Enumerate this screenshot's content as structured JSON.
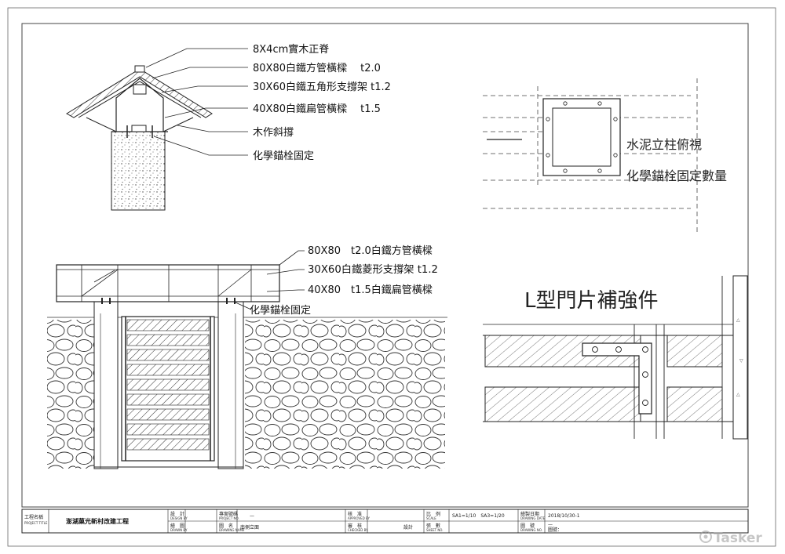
{
  "roof_section": {
    "labels": [
      "8X4cm實木正脊",
      "80X80白鐵方管橫樑　 t2.0",
      "30X60白鐵五角形支撐架 t1.2",
      "40X80白鐵扁管橫樑　  t1.5",
      "木作斜撐",
      "化學錨栓固定"
    ]
  },
  "pillar_top_view": {
    "labels": [
      "水泥立柱俯視",
      "化學錨栓固定數量"
    ]
  },
  "gate_elevation": {
    "labels": [
      "80X80　t2.0白鐵方管橫樑",
      "30X60白鐵菱形支撐架 t1.2",
      "40X80　t1.5白鐵扁管橫樑",
      "化學錨栓固定"
    ]
  },
  "l_bracket": {
    "title": "L型門片補強件"
  },
  "title_block": {
    "project_label": "工程名稱",
    "project_label_en": "PROJECT TITLE",
    "project_name": "澎湖菓光新村改建工程",
    "design_label": "設　計",
    "design_en": "DESIGN BY",
    "drawn_label": "繪　圖",
    "drawn_en": "DRAWN BY",
    "project_no_label": "專案號碼",
    "project_no_en": "PROJECT NO.",
    "project_no_value": "—",
    "drawing_label": "圖　名",
    "drawing_en": "DRAWING NAME",
    "drawing_name": "南側立面",
    "approved_label": "核　准",
    "approved_en": "APPROVED BY",
    "checked_label": "審　核",
    "checked_en": "CHECKED BY",
    "review_label": "設計",
    "scale_label": "比　例",
    "scale_en": "SCALE",
    "scale_value": "SA1=1/10　SA3=1/20",
    "sheet_label": "張　數",
    "sheet_en": "SHEET NO.",
    "date_label": "繪製日期",
    "date_en": "DRAWING DATE",
    "date_value": "2018/10/30-1",
    "drawing_no_label": "圖　號",
    "drawing_no_en": "DRAWING NO.",
    "drawing_no_value": "—",
    "drawing_no_prefix": "圖號："
  },
  "watermark": "Tasker"
}
